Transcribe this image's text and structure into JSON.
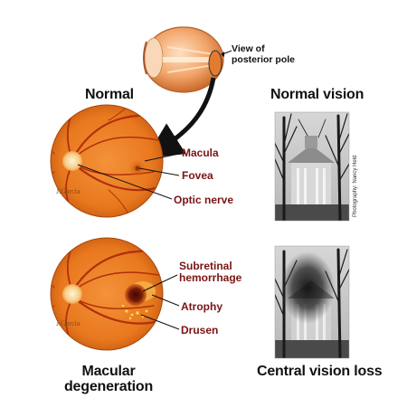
{
  "eye_callout": {
    "label": "View of posterior pole"
  },
  "normal": {
    "title": "Normal",
    "labels": {
      "macula": "Macula",
      "fovea": "Fovea",
      "optic_nerve": "Optic nerve"
    },
    "photo_title": "Normal vision"
  },
  "degeneration": {
    "title": "Macular degeneration",
    "labels": {
      "hemorrhage": "Subretinal hemorrhage",
      "atrophy": "Atrophy",
      "drusen": "Drusen"
    },
    "photo_title": "Central vision loss"
  },
  "photo_credit": "Photography: Nancy Held",
  "artist_signature": "J.Garcia",
  "colors": {
    "retina": "#e8781e",
    "label_red": "#7a1414",
    "arrow": "#111111"
  }
}
